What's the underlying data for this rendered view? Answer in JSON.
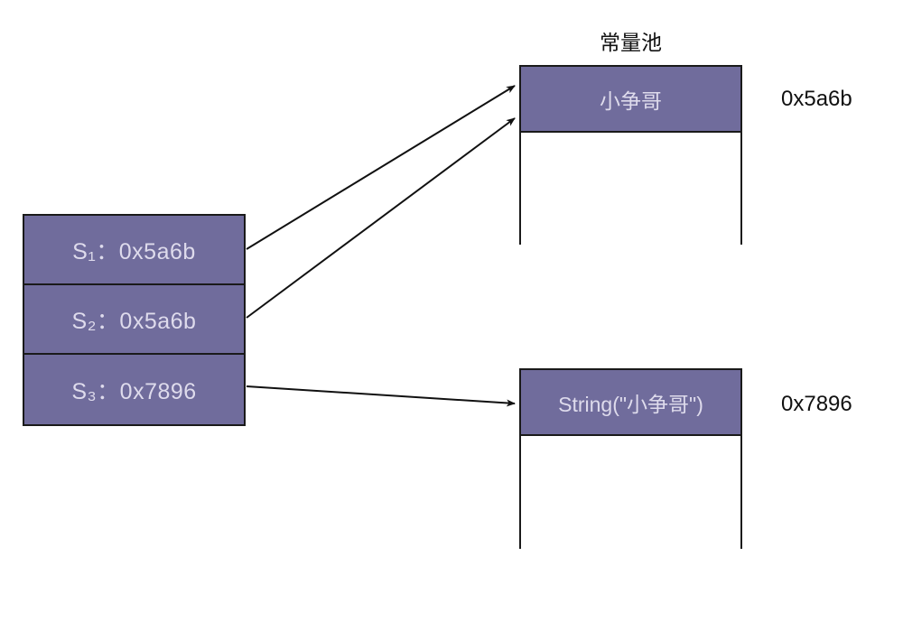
{
  "diagram": {
    "title_pool": "常量池",
    "variables": [
      {
        "name": "S",
        "subscript": "1",
        "separator": "：",
        "value": "0x5a6b",
        "label": "S₁：0x5a6b"
      },
      {
        "name": "S",
        "subscript": "2",
        "separator": "：",
        "value": "0x5a6b",
        "label": "S₂：0x5a6b"
      },
      {
        "name": "S",
        "subscript": "3",
        "separator": "：",
        "value": "0x7896",
        "label": "S₃：0x7896"
      }
    ],
    "objects": [
      {
        "header": "小争哥",
        "address": "0x5a6b"
      },
      {
        "header": "String(\"小争哥\")",
        "address": "0x7896"
      }
    ],
    "colors": {
      "fill": "#706C9C",
      "text_on_fill": "#dedbec",
      "stroke": "#1a1a1a",
      "background": "#ffffff",
      "label_text": "#111111"
    },
    "arrows": [
      {
        "from": "S1",
        "to": "pool-object"
      },
      {
        "from": "S2",
        "to": "pool-object"
      },
      {
        "from": "S3",
        "to": "heap-object"
      }
    ]
  }
}
